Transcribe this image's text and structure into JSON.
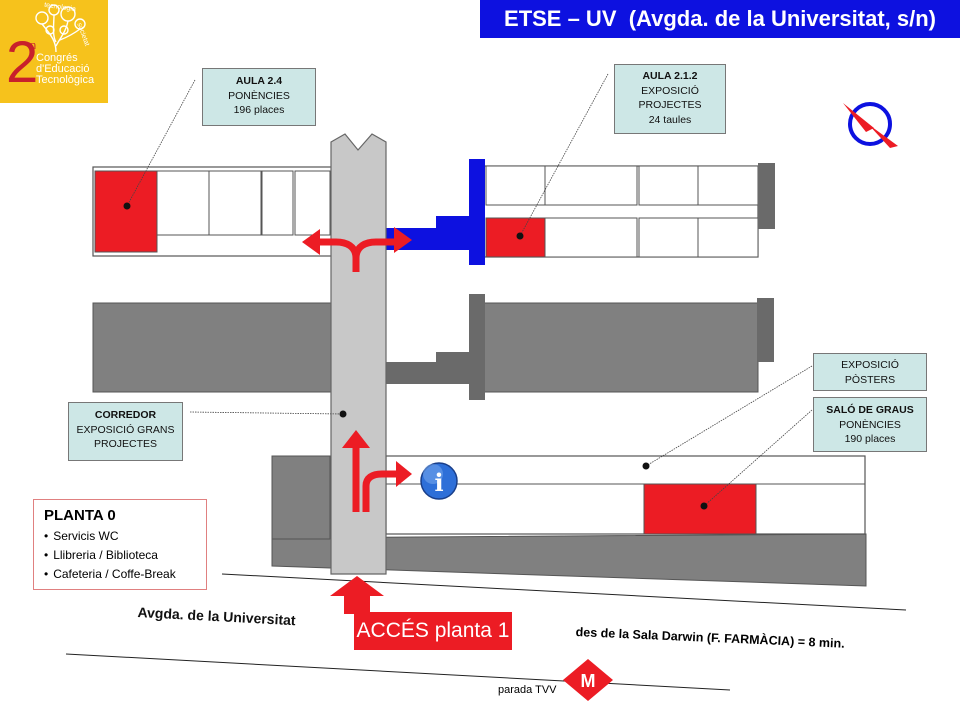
{
  "header": {
    "title": "ETSE – UV  (Avgda. de la Universitat, s/n)"
  },
  "logo": {
    "number": "2",
    "superscript": "n",
    "lines": [
      "Congrés",
      "d'Educació",
      "Tecnològica"
    ],
    "arc_text": [
      "tecnologia",
      "societat"
    ]
  },
  "rooms": {
    "aula_24": {
      "title": "AULA 2.4",
      "line1": "PONÈNCIES",
      "line2": "196 places"
    },
    "aula_212": {
      "title": "AULA 2.1.2",
      "line1": "EXPOSICIÓ",
      "line2": "PROJECTES",
      "line3": "24 taules"
    },
    "posters": {
      "line1": "EXPOSICIÓ",
      "line2": "PÒSTERS"
    },
    "salo_graus": {
      "title": "SALÓ DE GRAUS",
      "line1": "PONÈNCIES",
      "line2": "190 places"
    },
    "corredor": {
      "title": "CORREDOR",
      "line1": "EXPOSICIÓ GRANS",
      "line2": "PROJECTES"
    }
  },
  "planta": {
    "heading": "PLANTA 0",
    "items": [
      "Servicis WC",
      "Llibreria / Biblioteca",
      "Cafeteria / Coffe-Break"
    ]
  },
  "street": {
    "name": "Avgda. de la Universitat"
  },
  "access": {
    "label": "ACCÉS planta 1"
  },
  "darwin": {
    "text": "des de la Sala Darwin (F. FARMÀCIA) = 8 min."
  },
  "metro": {
    "letter": "M",
    "label": "parada TVV"
  },
  "info_icon": {
    "letter": "i"
  },
  "colors": {
    "highlight_red": "#ec1c24",
    "blue": "#0d11e0",
    "building_gray": "#808080",
    "corridor_gray": "#c8c8c8",
    "callout_bg": "#cde7e6",
    "logo_yellow": "#f6c21c"
  }
}
